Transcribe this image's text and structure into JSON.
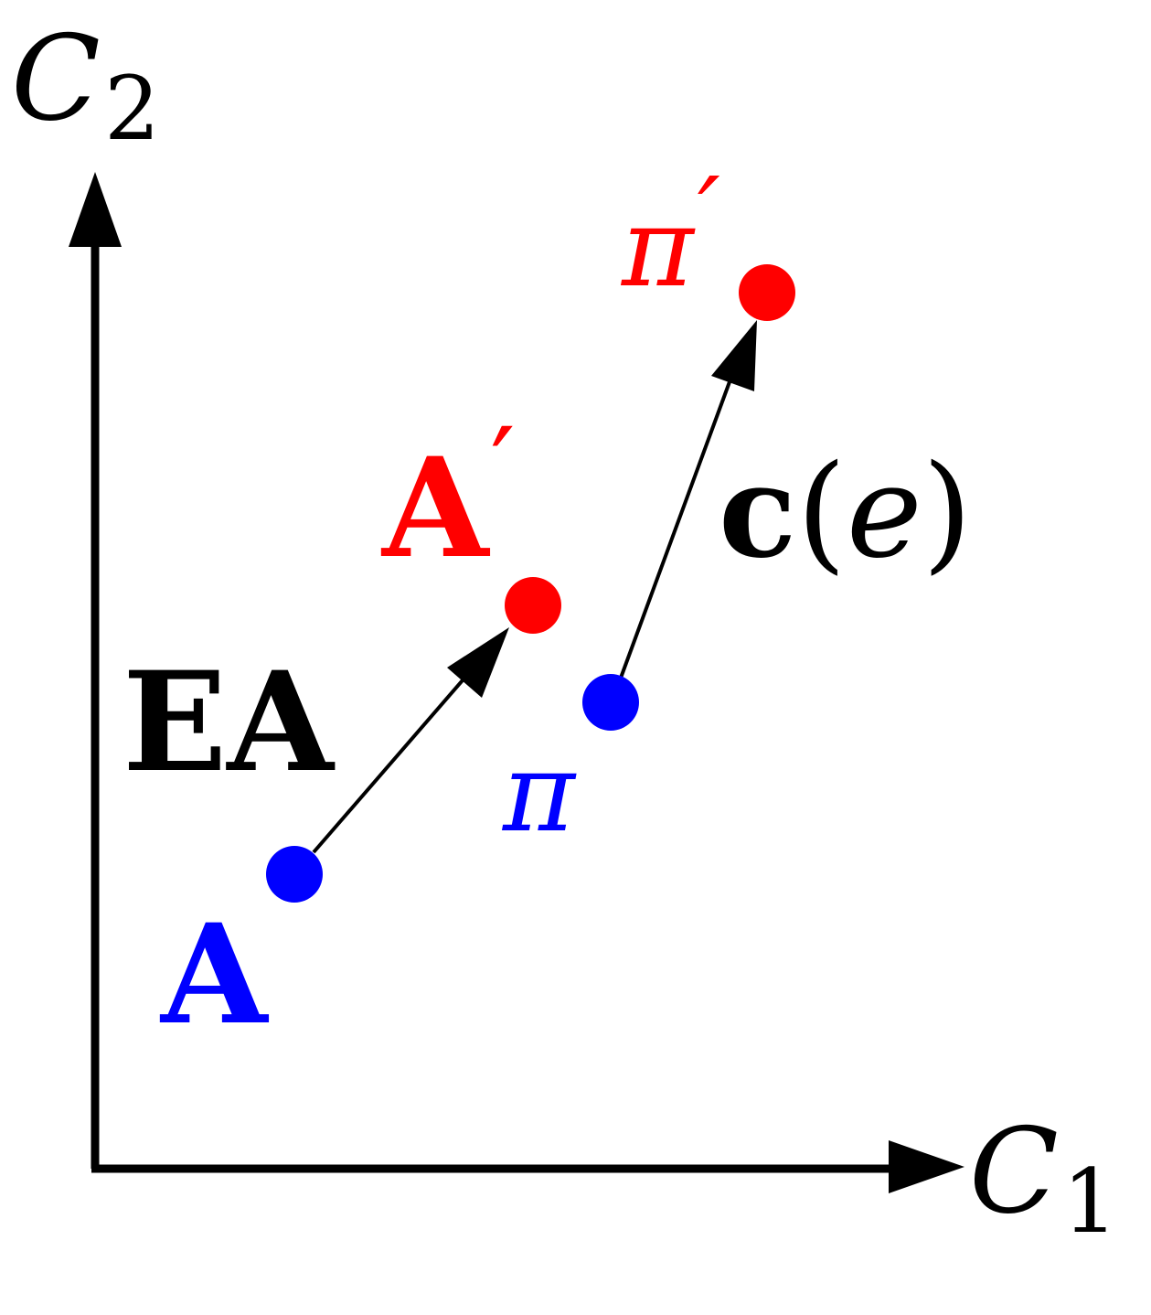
{
  "axes": {
    "y_label": {
      "base": "C",
      "sub": "2"
    },
    "x_label": {
      "base": "C",
      "sub": "1"
    }
  },
  "points": {
    "A": {
      "label": "A",
      "color": "#0000ff"
    },
    "A_prime": {
      "label": "A",
      "prime": "′",
      "color": "#ff0000"
    },
    "pi": {
      "label": "π",
      "color": "#0000ff"
    },
    "pi_prime": {
      "label": "π",
      "prime": "′",
      "color": "#ff0000"
    }
  },
  "arrows": {
    "EA": {
      "label": "EA"
    },
    "c_e": {
      "bold": "c",
      "open": "(",
      "var": "e",
      "close": ")"
    }
  },
  "colors": {
    "axis": "#000000",
    "blue": "#0000ff",
    "red": "#ff0000"
  }
}
